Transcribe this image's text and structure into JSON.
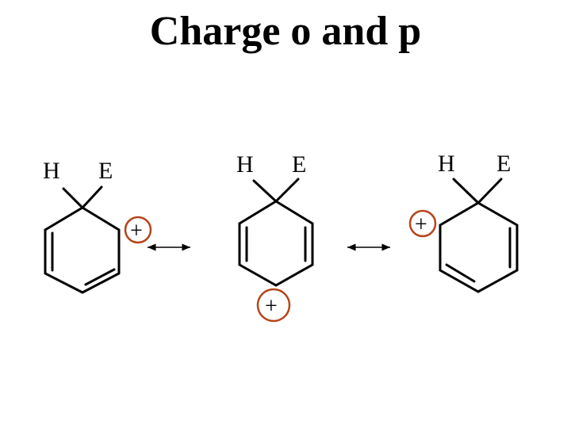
{
  "title": "Charge o and p",
  "colors": {
    "charge_circle": "#b5451b",
    "ink": "#000000",
    "background": "#ffffff"
  },
  "structures": [
    {
      "h_label": "H",
      "e_label": "E",
      "charge": "+"
    },
    {
      "h_label": "H",
      "e_label": "E",
      "charge": "+"
    },
    {
      "h_label": "H",
      "e_label": "E",
      "charge": "+"
    }
  ]
}
